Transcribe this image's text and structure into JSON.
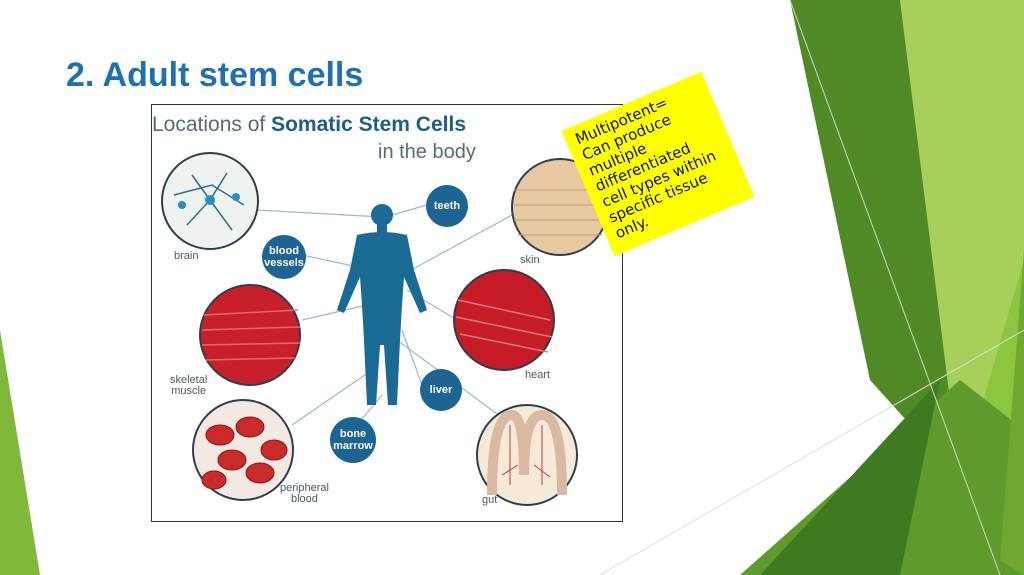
{
  "slide": {
    "title": "2. Adult stem cells"
  },
  "figure": {
    "title_prefix": "Locations of ",
    "title_bold": "Somatic Stem Cells",
    "subtitle": "in the body",
    "tissues": {
      "brain": "brain",
      "skin": "skin",
      "skeletal_muscle": "skeletal\nmuscle",
      "heart": "heart",
      "peripheral_blood": "peripheral\nblood",
      "gut": "gut"
    },
    "bubbles": {
      "teeth": "teeth",
      "blood_vessels": "blood\nvessels",
      "liver": "liver",
      "bone_marrow": "bone\nmarrow"
    }
  },
  "note": {
    "text": "Multipotent=\nCan produce\nmultiple\ndifferentiated\ncell types within\nspecific tissue\nonly."
  },
  "colors": {
    "title": "#1f6fb4",
    "bubble": "#1c6494",
    "note": "#ffff00",
    "green_dark": "#3e7a1f",
    "green_light": "#8cc63f"
  }
}
